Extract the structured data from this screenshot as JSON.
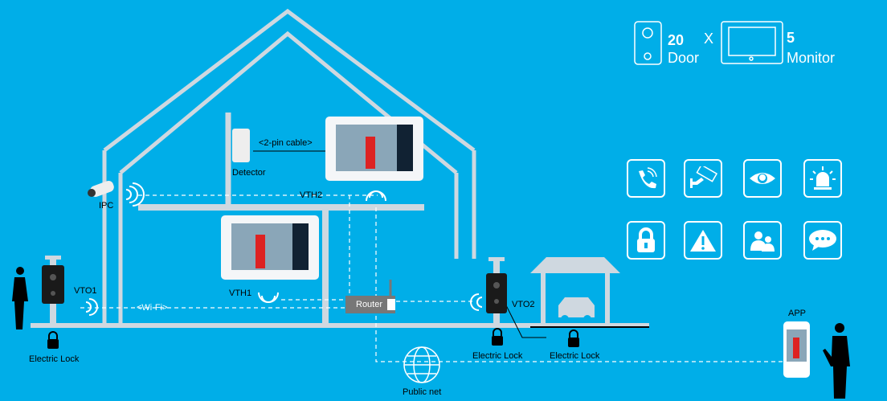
{
  "summary": {
    "door_count": "20",
    "door_label": "Door",
    "times": "X",
    "monitor_count": "5",
    "monitor_label": "Monitor"
  },
  "labels": {
    "detector": "Detector",
    "cable": "<2-pin cable>",
    "ipc": "IPC",
    "vth2": "VTH2",
    "vth1": "VTH1",
    "vto1": "VTO1",
    "vto2": "VTO2",
    "wifi": "<Wi-Fi>",
    "router": "Router",
    "lock1": "Electric Lock",
    "lock2": "Electric Lock",
    "lock3": "Electric Lock",
    "public_net": "Public net",
    "app": "APP"
  },
  "features": [
    "phone-call",
    "surveillance-camera",
    "monitoring-eye",
    "alarm-siren",
    "lock",
    "warning",
    "contacts",
    "message"
  ],
  "colors": {
    "background": "#00aee8",
    "lines": "#d8dfe6"
  }
}
